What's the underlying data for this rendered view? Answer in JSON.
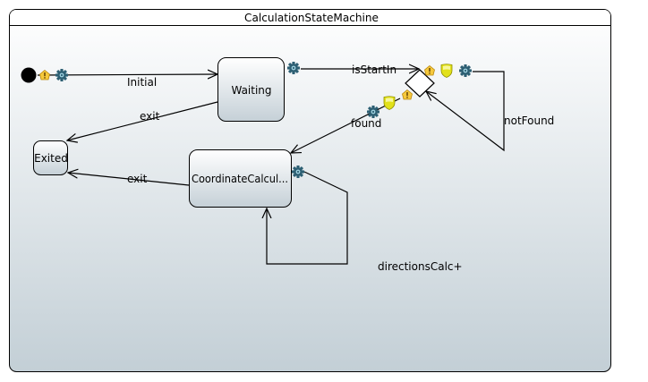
{
  "machine": {
    "title": "CalculationStateMachine"
  },
  "states": {
    "waiting": "Waiting",
    "exited": "Exited",
    "coordinate": "CoordinateCalcul..."
  },
  "transitions": {
    "initial": "Initial",
    "is_start_in": "isStartIn",
    "exit_waiting": "exit",
    "exit_coordinate": "exit",
    "found": "found",
    "not_found": "notFound",
    "directions_calc": "directionsCalc+"
  },
  "icons": {
    "effect": "gear-icon",
    "warning": "warning-icon",
    "guard": "shield-icon"
  },
  "colors": {
    "state_fill_top": "#ffffff",
    "state_fill_bottom": "#c5d0d7",
    "region_bottom": "#c3cfd6",
    "gear": "#2d5f73",
    "warning": "#f6c93c",
    "guard": "#e2e11a"
  }
}
